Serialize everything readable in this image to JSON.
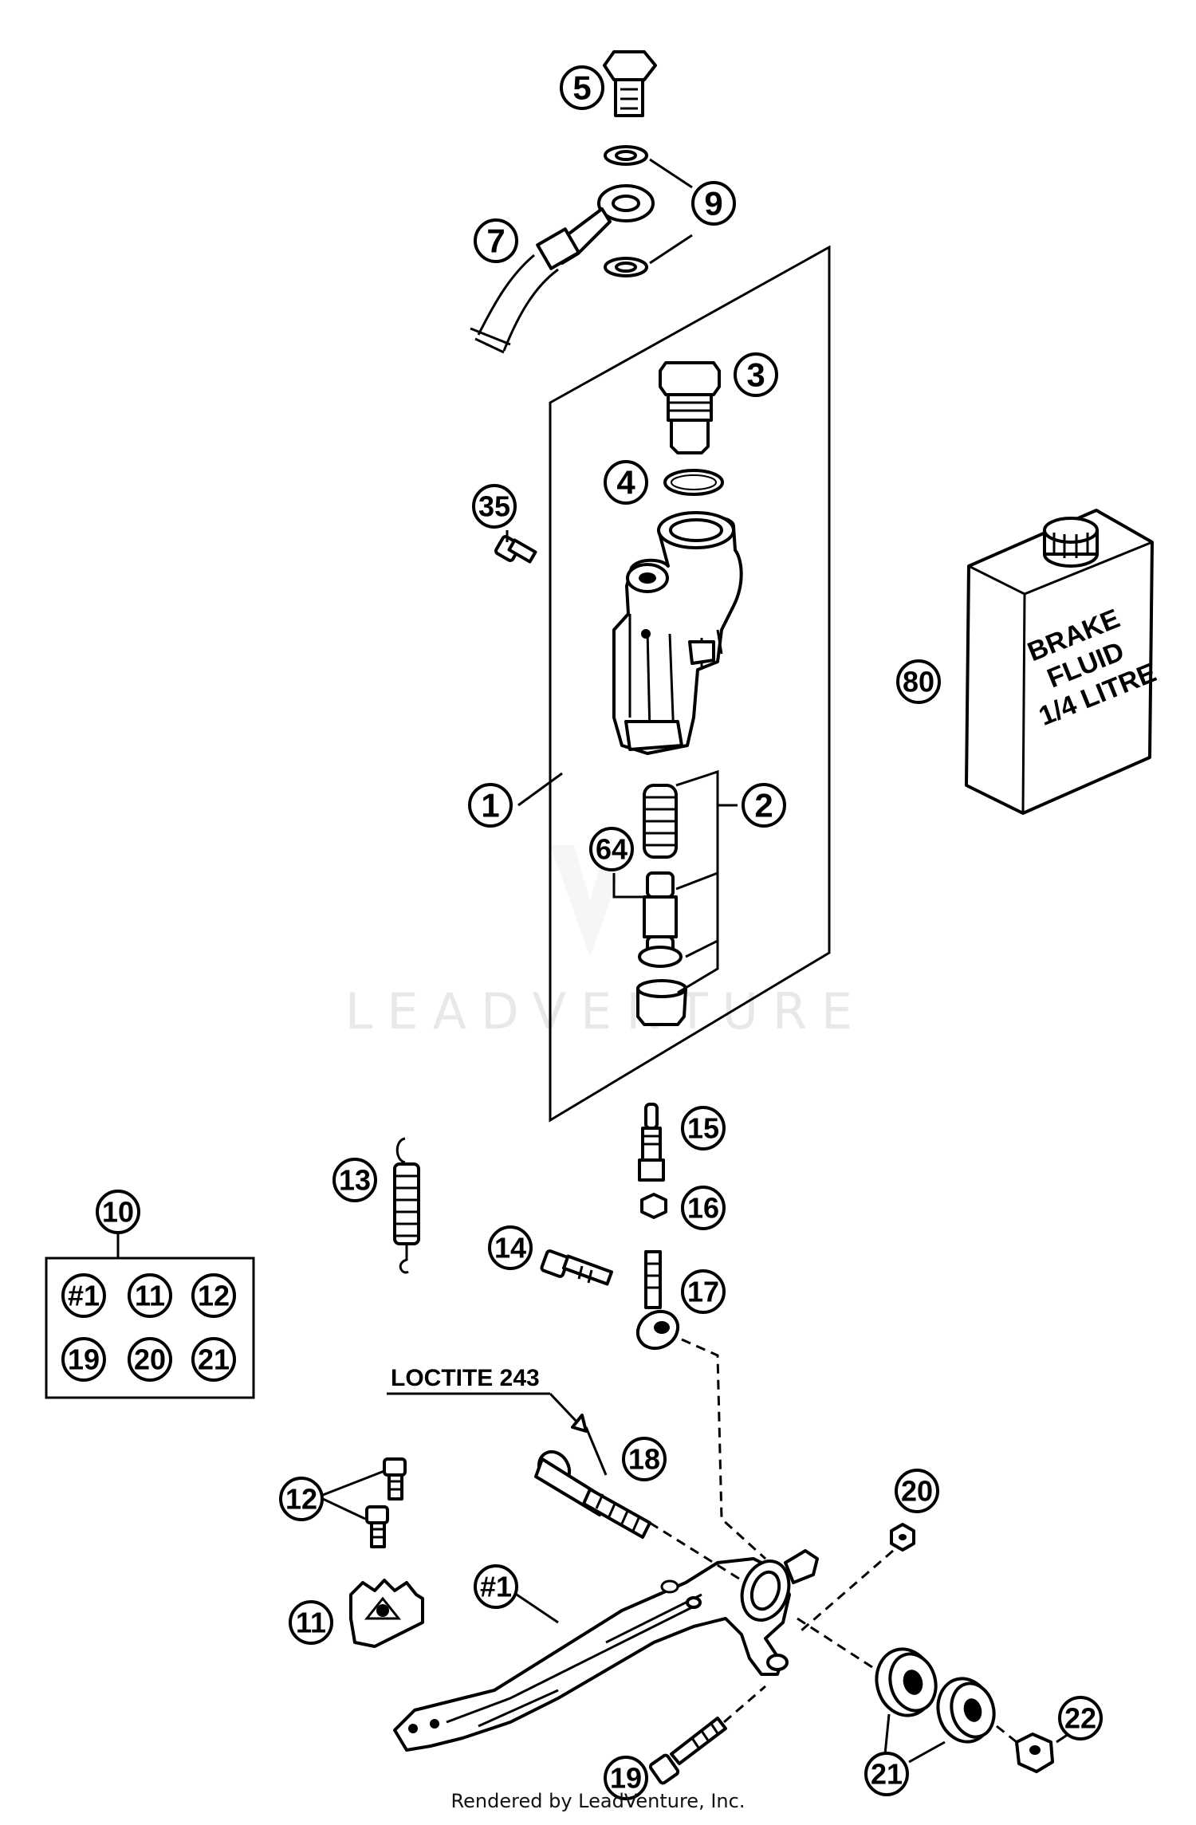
{
  "callouts": {
    "c1": "1",
    "c2": "2",
    "c3": "3",
    "c4": "4",
    "c5": "5",
    "c7": "7",
    "c9": "9",
    "c10": "10",
    "c11": "11",
    "c12": "12",
    "c13": "13",
    "c14": "14",
    "c15": "15",
    "c16": "16",
    "c17": "17",
    "c18": "18",
    "c19": "19",
    "c20": "20",
    "c21": "21",
    "c22": "22",
    "c35": "35",
    "c64": "64",
    "c80": "80",
    "cpedal": "#1"
  },
  "kit_box": {
    "items": [
      "#1",
      "11",
      "12",
      "19",
      "20",
      "21"
    ]
  },
  "brake_fluid_can": {
    "line1": "BRAKE",
    "line2": "FLUID",
    "line3": "1/4 LITRE"
  },
  "note": "LOCTITE 243",
  "watermark": "LEADVENTURE",
  "credit": "Rendered by LeadVenture, Inc."
}
